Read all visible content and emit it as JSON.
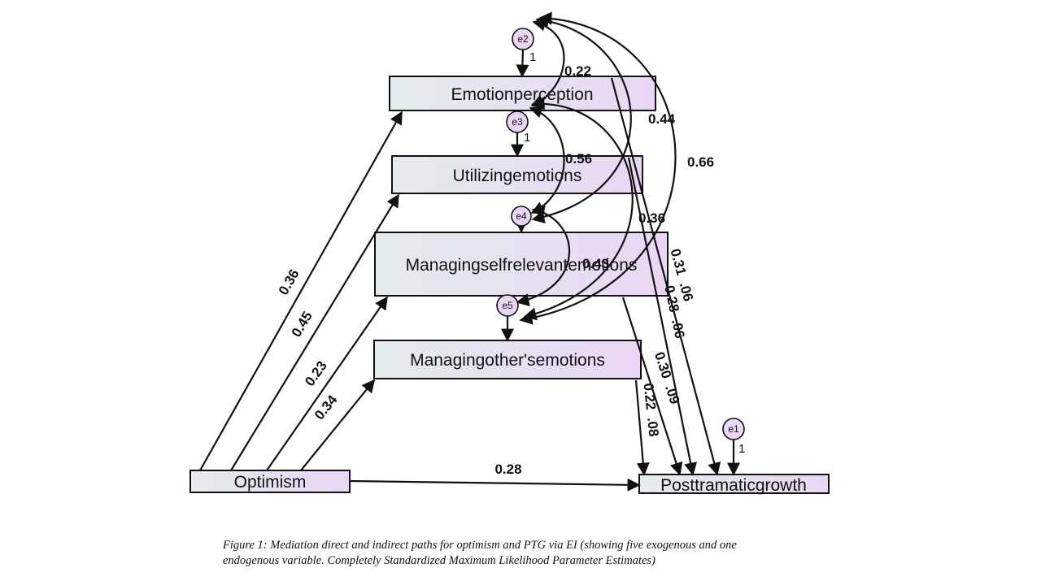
{
  "variables": {
    "emotion_perception": "Emotionperception",
    "utilizing_emotions": "Utilizingemotions",
    "managing_self": "Managingselfrelevantemotions",
    "managing_other": "Managingother'semotions",
    "optimism": "Optimism",
    "ptg": "Posttramaticgrowth"
  },
  "error_terms": {
    "e2": "e2",
    "e3": "e3",
    "e4": "e4",
    "e5": "e5",
    "e1": "e1"
  },
  "fixed_weight": "1",
  "coefficients": {
    "opt_ep": "0.36",
    "opt_ue": "0.45",
    "opt_ms": "0.23",
    "opt_mo": "0.34",
    "opt_ptg": "0.28",
    "cov_e2_e3": "0.22",
    "cov_e3_e4": "0.56",
    "cov_e4_e5": "0.43",
    "cov_e2_e4": "0.44",
    "cov_e2_e5": "0.66",
    "cov_e3_e5": "0.36",
    "ep_ptg": "0.31  .06",
    "ue_ptg": "0.28  .06",
    "ms_ptg": "0.30  .09",
    "mo_ptg": "0.22  .08"
  },
  "caption": {
    "line1": "Figure 1: Mediation direct and indirect paths for optimism and PTG via EI (showing five exogenous and one",
    "line2": "endogenous variable. Completely Standardized Maximum Likelihood Parameter Estimates)"
  },
  "colors": {
    "box_start": "#e3ecec",
    "box_end": "#ead6f4",
    "circle_fill": "#ead6f4",
    "line": "#111111"
  }
}
